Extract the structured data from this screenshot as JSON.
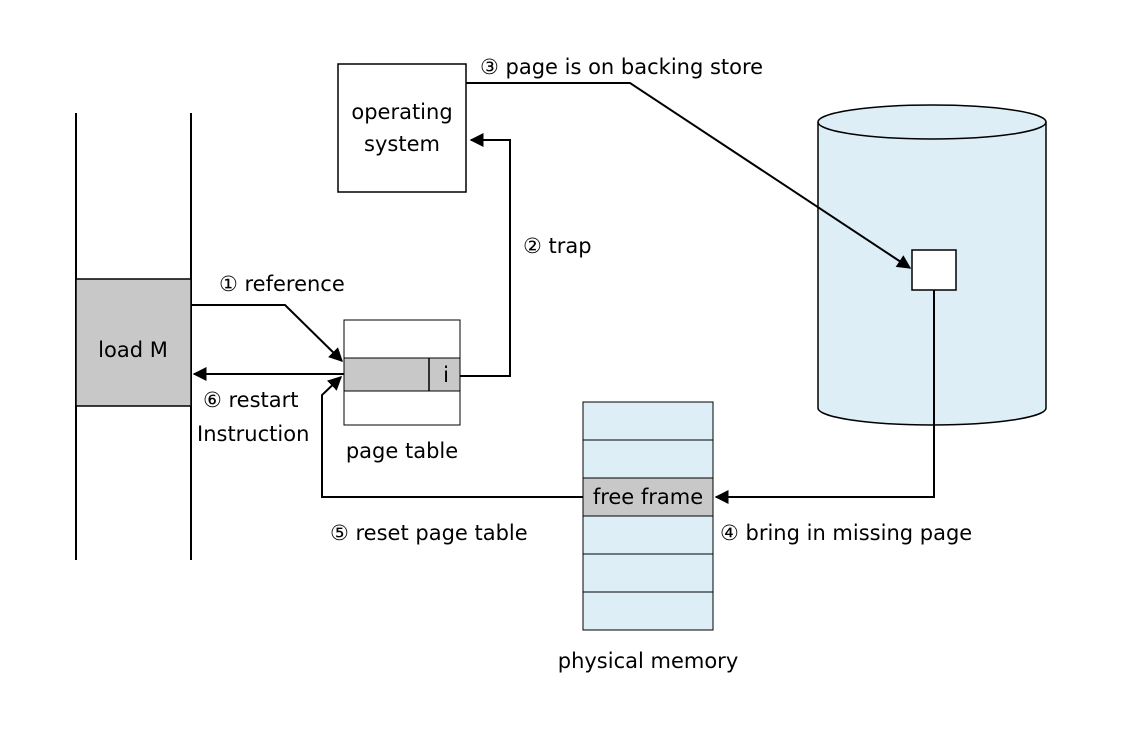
{
  "diagram": {
    "program": {
      "instruction": "load M"
    },
    "os": {
      "line1": "operating",
      "line2": "system"
    },
    "page_table": {
      "entry": "i",
      "caption": "page table"
    },
    "physical_memory": {
      "free_frame": "free frame",
      "caption": "physical memory"
    },
    "steps": {
      "reference": "① reference",
      "trap": "② trap",
      "backing_store": "③ page is on backing store",
      "bring_in": "④ bring in missing page",
      "reset": "⑤ reset page table",
      "restart_line1": "⑥ restart",
      "restart_line2": "Instruction"
    }
  },
  "colors": {
    "gray_fill": "#c8c8c8",
    "light_blue_fill": "#ddeef6",
    "line": "#000000"
  }
}
